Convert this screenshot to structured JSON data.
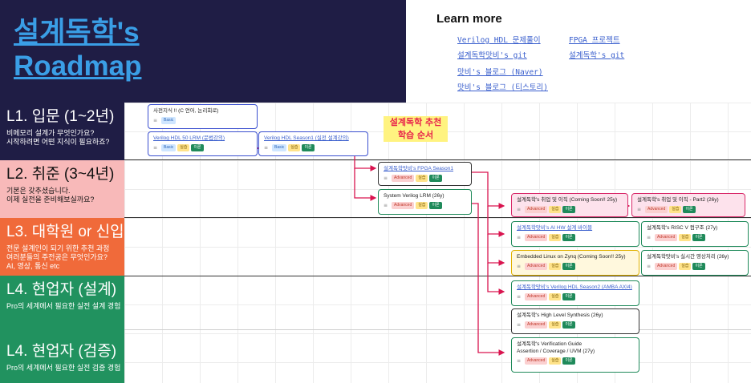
{
  "header": {
    "title_line1": "설계독학's",
    "title_line2": "Roadmap",
    "learn_more_title": "Learn more",
    "links": [
      "Verilog HDL 문제풀이",
      "FPGA 프로젝트",
      "설계독학맛비's git",
      "설계독학's git",
      "맛비's 블로그 (Naver)",
      "맛비's 블로그 (티스토리)"
    ]
  },
  "levels": [
    {
      "title": "L1. 입문 (1~2년)",
      "desc": [
        "비메모리 설계가 무엇인가요?",
        "시작하려면 어떤 지식이 필요하죠?"
      ]
    },
    {
      "title": "L2. 취준 (3~4년)",
      "desc": [
        "기본은 갖추셨습니다.",
        "이제 실전을 준비해보실까요?"
      ]
    },
    {
      "title": "L3. 대학원 or 신입",
      "desc": [
        "전문 설계인이 되기 위한 추천 과정",
        "여러분들의 주전공은 무엇인가요?",
        "AI, 영상, 통신 etc"
      ]
    },
    {
      "title": "L4. 현업자 (설계)",
      "desc": [
        "Pro의 세계에서 필요한 실전 설계 경험"
      ]
    },
    {
      "title": "L4. 현업자 (검증)",
      "desc": [
        "Pro의 세계에서 필요한 실전 검증 경험"
      ]
    }
  ],
  "recommendation": [
    "설계독학 추천",
    "학습 순서"
  ],
  "tag_labels": {
    "basic": "Basic",
    "advanced": "Advanced",
    "practice": "실습",
    "theory": "이론",
    "icon": "≡"
  },
  "cards": [
    {
      "title": "사전지식 !! (C 언어, 논리회로)",
      "tags": [
        "basic"
      ]
    },
    {
      "title": "Verilog HDL 50 LRM (문법강의)",
      "tags": [
        "basic",
        "practice",
        "theory"
      ]
    },
    {
      "title": "Verilog HDL Season1 (실전 설계강의)",
      "tags": [
        "basic",
        "practice",
        "theory"
      ]
    },
    {
      "title": "설계독학맛비's FPGA Season1",
      "tags": [
        "advanced",
        "practice",
        "theory"
      ]
    },
    {
      "title": "System Verilog LRM (26y)",
      "tags": [
        "advanced",
        "practice",
        "theory"
      ]
    },
    {
      "title": "설계독학's 취업 및 이직 (Coming Soon!! 25y)",
      "tags": [
        "advanced",
        "practice",
        "theory"
      ]
    },
    {
      "title": "설계독학's 취업 및 이직 - Part2 (26y)",
      "tags": [
        "advanced",
        "practice",
        "theory"
      ]
    },
    {
      "title": "설계독학맛비's AI HW 설계 바이블",
      "tags": [
        "advanced",
        "practice",
        "theory"
      ]
    },
    {
      "title": "설계독학's RISC V 컴구조 (27y)",
      "tags": [
        "advanced",
        "practice",
        "theory"
      ]
    },
    {
      "title": "Embedded Linux on Zynq (Coming Soon!! 25y)",
      "tags": [
        "advanced",
        "practice",
        "theory"
      ]
    },
    {
      "title": "설계독학맛비's 실시간 영상처리 (26y)",
      "tags": [
        "advanced",
        "practice",
        "theory"
      ]
    },
    {
      "title": "설계독학맛비's Verilog HDL Season2 (AMBA AXI4)",
      "tags": [
        "advanced",
        "practice",
        "theory"
      ]
    },
    {
      "title": "설계독학's High Level Synthesis (26y)",
      "tags": [
        "advanced",
        "practice",
        "theory"
      ]
    },
    {
      "title": "설계독학's Verification Guide",
      "subtitle": "Assertion / Coverage / UVM (27y)",
      "tags": [
        "advanced",
        "practice",
        "theory"
      ]
    }
  ],
  "colors": {
    "navy": "#1f1d45",
    "pink_band": "#f8b9b9",
    "orange_band": "#f06a3a",
    "green_band": "#21925f",
    "arrow": "#d9144f",
    "link": "#3a5fcd"
  }
}
